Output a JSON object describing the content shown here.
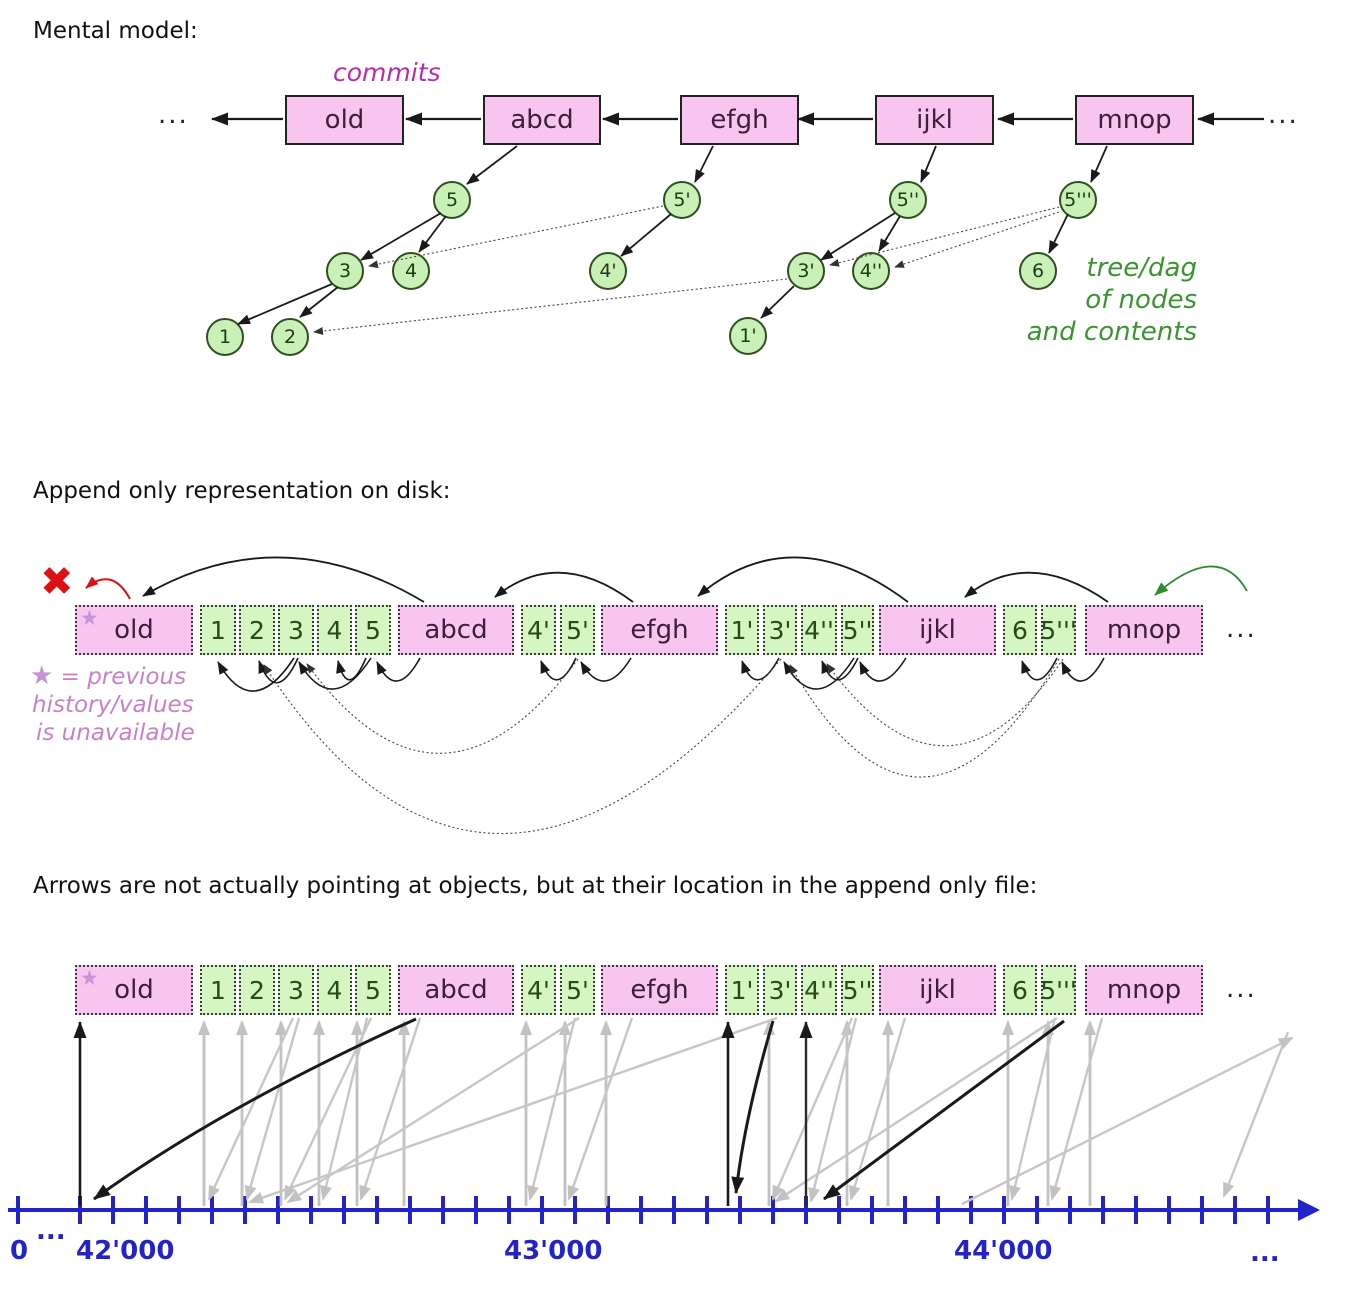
{
  "section1": {
    "title": "Mental model:",
    "commits_label": "commits",
    "ellipsis": "...",
    "commits": [
      "old",
      "abcd",
      "efgh",
      "ijkl",
      "mnop"
    ],
    "nodes": [
      "5",
      "5'",
      "5''",
      "5'''",
      "3",
      "4",
      "4'",
      "3'",
      "4''",
      "6",
      "1",
      "2",
      "1'"
    ],
    "note_lines": [
      "tree/dag",
      "of nodes",
      "and contents"
    ]
  },
  "section2": {
    "title": "Append only representation on disk:",
    "boxes": [
      "old",
      "1",
      "2",
      "3",
      "4",
      "5",
      "abcd",
      "4'",
      "5'",
      "efgh",
      "1'",
      "3'",
      "4''",
      "5''",
      "ijkl",
      "6",
      "5'''",
      "mnop"
    ],
    "ellipsis": "...",
    "deleted_icon": "✖",
    "star_icon": "★",
    "legend_lines": [
      "= previous",
      "history/values",
      "is unavailable"
    ]
  },
  "section3": {
    "title": "Arrows are not actually pointing at objects, but at their location in the append only file:",
    "boxes": [
      "old",
      "1",
      "2",
      "3",
      "4",
      "5",
      "abcd",
      "4'",
      "5'",
      "efgh",
      "1'",
      "3'",
      "4''",
      "5''",
      "ijkl",
      "6",
      "5'''",
      "mnop"
    ],
    "ellipsis": "...",
    "star_icon": "★",
    "axis_labels": [
      "0",
      "...",
      "42'000",
      "43'000",
      "44'000",
      "..."
    ]
  },
  "colors": {
    "pink_box": "#f8c4f0",
    "green_box": "#d5f5c2",
    "magenta_text": "#bb2aae",
    "tree_text_green": "#39962e",
    "plum_text": "#c980c9",
    "red": "#dd1111",
    "axis_blue": "#2323cb",
    "gray_arrow": "#c2c2c2"
  }
}
